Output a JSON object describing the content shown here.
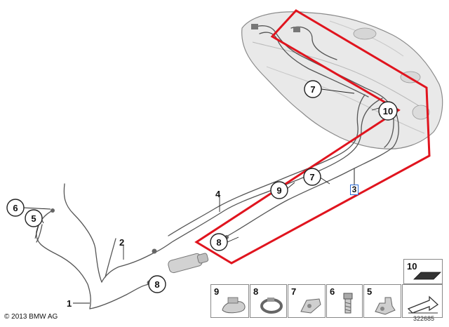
{
  "copyright": "© 2013 BMW AG",
  "part_number": "322685",
  "callouts": {
    "c6": "6",
    "c5": "5",
    "c7a": "7",
    "c10": "10",
    "c7b": "7",
    "c9": "9",
    "c8a": "8",
    "c8b": "8"
  },
  "labels": {
    "l1": "1",
    "l2": "2",
    "l4": "4",
    "l3": "3"
  },
  "legend": {
    "box10": "10",
    "items": [
      "9",
      "8",
      "7",
      "6",
      "5"
    ]
  },
  "colors": {
    "highlight": "#e0141e",
    "selection": "#2a6bd6"
  }
}
